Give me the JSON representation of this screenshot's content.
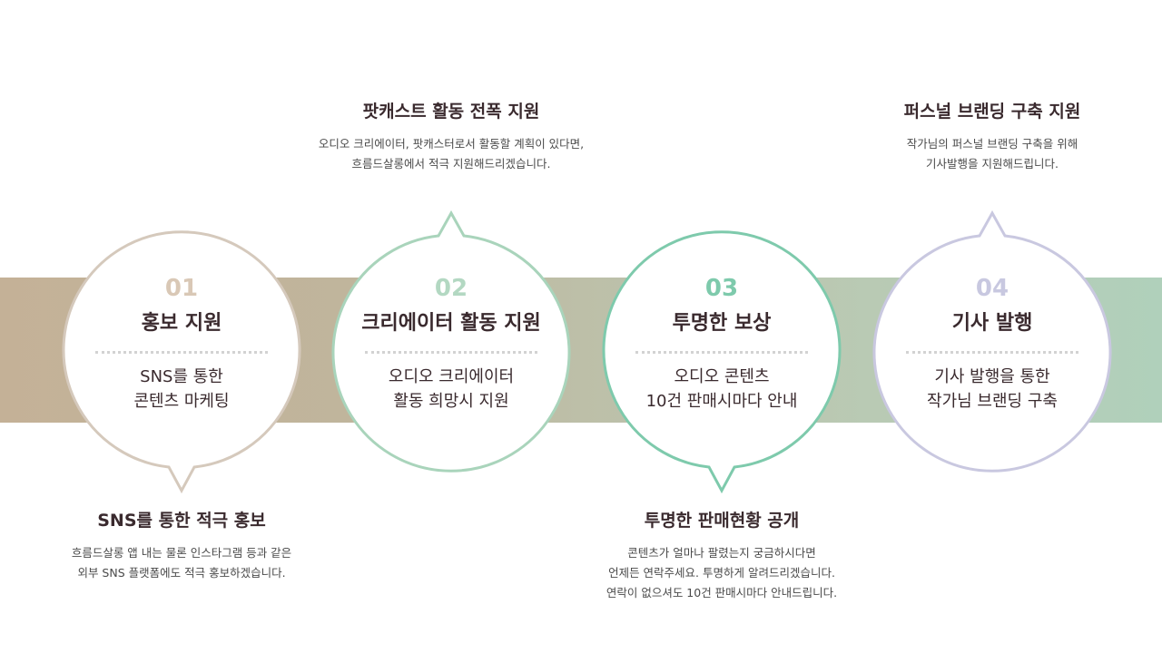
{
  "steps": [
    {
      "number": "01",
      "title": "홍보 지원",
      "desc": [
        "SNS를 통한",
        "콘텐츠 마케팅"
      ],
      "color": "#d5c9bc",
      "number_color": "#d9c8b6",
      "callout_position": "below",
      "callout_title": "SNS를 통한 적극 홍보",
      "callout_lines": [
        "흐름드살롱 앱 내는 물론 인스타그램 등과 같은",
        "외부 SNS 플랫폼에도 적극 홍보하겠습니다."
      ]
    },
    {
      "number": "02",
      "title": "크리에이터 활동 지원",
      "desc": [
        "오디오 크리에이터",
        "활동 희망시 지원"
      ],
      "color": "#a9d4bb",
      "number_color": "#b3d8c2",
      "callout_position": "above",
      "callout_title": "팟캐스트 활동 전폭 지원",
      "callout_lines": [
        "오디오 크리에이터, 팟캐스터로서 활동할 계획이 있다면,",
        "흐름드살롱에서 적극 지원해드리겠습니다."
      ]
    },
    {
      "number": "03",
      "title": "투명한 보상",
      "desc": [
        "오디오 콘텐츠",
        "10건 판매시마다 안내"
      ],
      "color": "#7ecaac",
      "number_color": "#7ecaac",
      "callout_position": "below",
      "callout_title": "투명한 판매현황 공개",
      "callout_lines": [
        "콘텐츠가 얼마나 팔렸는지 궁금하시다면",
        "언제든 연락주세요. 투명하게 알려드리겠습니다.",
        "연락이 없으셔도 10건 판매시마다 안내드립니다."
      ]
    },
    {
      "number": "04",
      "title": "기사 발행",
      "desc": [
        "기사 발행을 통한",
        "작가님 브랜딩 구축"
      ],
      "color": "#c9c8e0",
      "number_color": "#c8c8e0",
      "callout_position": "above",
      "callout_title": "퍼스널 브랜딩 구축 지원",
      "callout_lines": [
        "작가님의 퍼스널 브랜딩 구축을 위해",
        "기사발행을 지원해드립니다."
      ]
    }
  ]
}
